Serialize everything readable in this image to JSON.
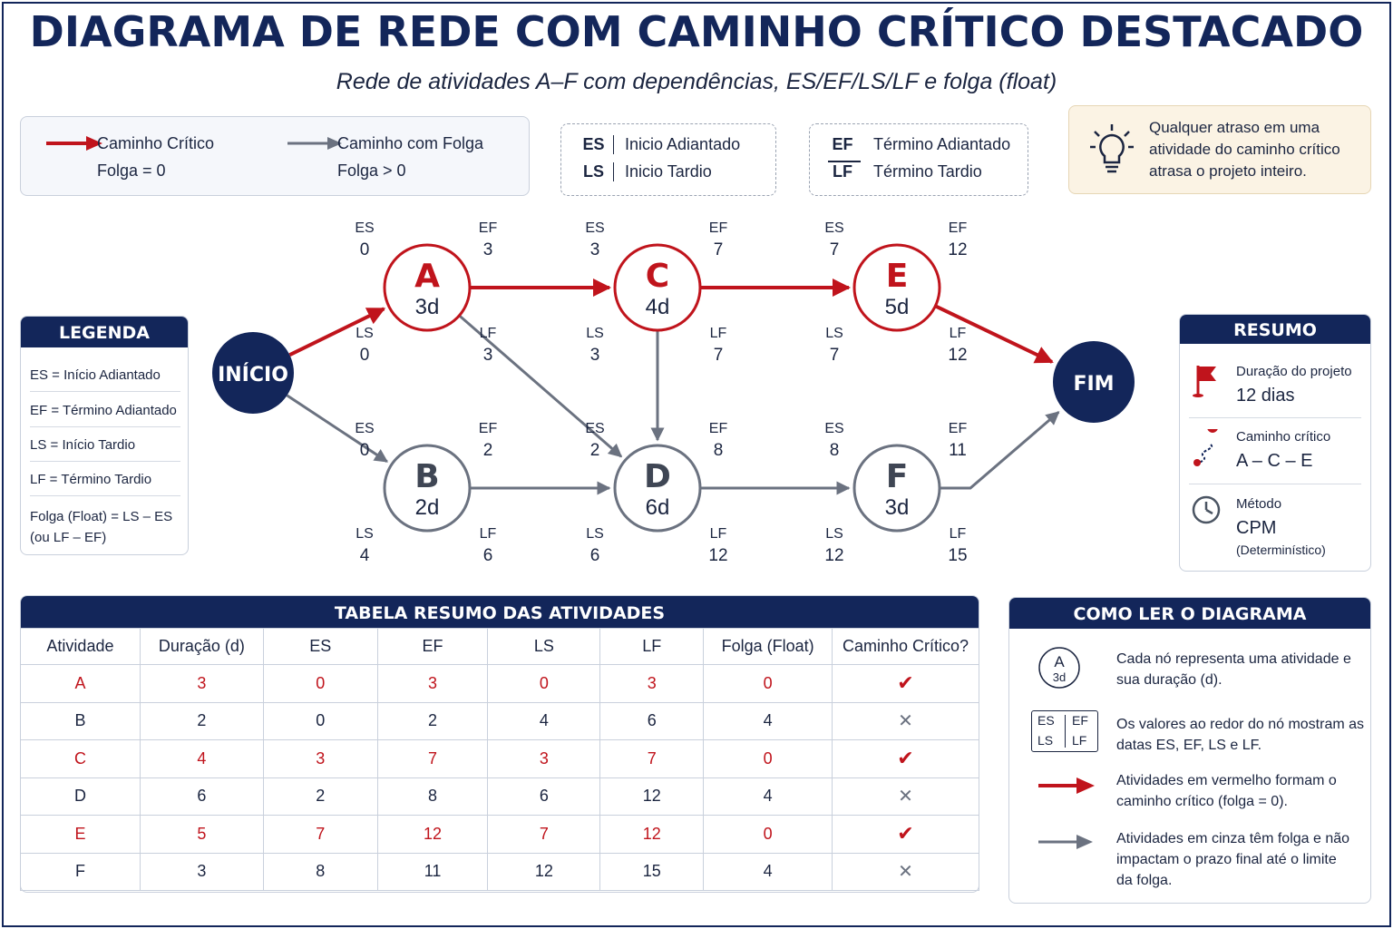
{
  "title": "DIAGRAMA DE REDE COM CAMINHO CRÍTICO DESTACADO",
  "subtitle": "Rede de atividades A–F com dependências, ES/EF/LS/LF e folga (float)",
  "colors": {
    "critical": "#c0141c",
    "float": "#6b7280",
    "navy": "#13265a"
  },
  "legend_top": {
    "critical_label": "Caminho Crítico",
    "critical_sub": "Folga = 0",
    "float_label": "Caminho com Folga",
    "float_sub": "Folga > 0"
  },
  "abbr_start": [
    {
      "key": "ES",
      "text": "Inicio Adiantado"
    },
    {
      "key": "LS",
      "text": "Inicio Tardio"
    }
  ],
  "abbr_finish": [
    {
      "key": "EF",
      "text": "Término Adiantado"
    },
    {
      "key": "LF",
      "text": "Término Tardio"
    }
  ],
  "tip": {
    "icon": "lightbulb-icon",
    "text": "Qualquer atraso em uma atividade do caminho crítico atrasa o projeto inteiro."
  },
  "legenda": {
    "title": "LEGENDA",
    "rows": [
      "ES = Início Adiantado",
      "EF = Término Adiantado",
      "LS = Início Tardio",
      "LF = Término Tardio",
      "Folga (Float) = LS – ES",
      "(ou LF – EF)"
    ]
  },
  "resumo": {
    "title": "RESUMO",
    "items": [
      {
        "icon": "flag-icon",
        "label": "Duração do projeto",
        "value": "12 dias",
        "extra": ""
      },
      {
        "icon": "route-icon",
        "label": "Caminho crítico",
        "value": "A – C – E",
        "extra": ""
      },
      {
        "icon": "clock-icon",
        "label": "Método",
        "value": "CPM",
        "extra": "(Determinístico)"
      }
    ]
  },
  "network": {
    "start_label": "INÍCIO",
    "end_label": "FIM",
    "nodes": [
      {
        "id": "A",
        "duration": "3d",
        "critical": true,
        "es": "0",
        "ef": "3",
        "ls": "0",
        "lf": "3"
      },
      {
        "id": "B",
        "duration": "2d",
        "critical": false,
        "es": "0",
        "ef": "2",
        "ls": "4",
        "lf": "6"
      },
      {
        "id": "C",
        "duration": "4d",
        "critical": true,
        "es": "3",
        "ef": "7",
        "ls": "3",
        "lf": "7"
      },
      {
        "id": "D",
        "duration": "6d",
        "critical": false,
        "es": "2",
        "ef": "8",
        "ls": "6",
        "lf": "12"
      },
      {
        "id": "E",
        "duration": "5d",
        "critical": true,
        "es": "7",
        "ef": "12",
        "ls": "7",
        "lf": "12"
      },
      {
        "id": "F",
        "duration": "3d",
        "critical": false,
        "es": "8",
        "ef": "11",
        "ls": "12",
        "lf": "15"
      }
    ],
    "edges": [
      {
        "from": "INÍCIO",
        "to": "A",
        "critical": true
      },
      {
        "from": "INÍCIO",
        "to": "B",
        "critical": false
      },
      {
        "from": "A",
        "to": "C",
        "critical": true
      },
      {
        "from": "A",
        "to": "D",
        "critical": false
      },
      {
        "from": "B",
        "to": "D",
        "critical": false
      },
      {
        "from": "C",
        "to": "D",
        "critical": false
      },
      {
        "from": "C",
        "to": "E",
        "critical": true
      },
      {
        "from": "D",
        "to": "F",
        "critical": false
      },
      {
        "from": "E",
        "to": "FIM",
        "critical": true
      },
      {
        "from": "F",
        "to": "FIM",
        "critical": false
      }
    ]
  },
  "table": {
    "title": "TABELA RESUMO DAS ATIVIDADES",
    "headers": [
      "Atividade",
      "Duração (d)",
      "ES",
      "EF",
      "LS",
      "LF",
      "Folga (Float)",
      "Caminho Crítico?"
    ],
    "rows": [
      {
        "cells": [
          "A",
          "3",
          "0",
          "3",
          "0",
          "3",
          "0"
        ],
        "critical": true
      },
      {
        "cells": [
          "B",
          "2",
          "0",
          "2",
          "4",
          "6",
          "4"
        ],
        "critical": false
      },
      {
        "cells": [
          "C",
          "4",
          "3",
          "7",
          "3",
          "7",
          "0"
        ],
        "critical": true
      },
      {
        "cells": [
          "D",
          "6",
          "2",
          "8",
          "6",
          "12",
          "4"
        ],
        "critical": false
      },
      {
        "cells": [
          "E",
          "5",
          "7",
          "12",
          "7",
          "12",
          "0"
        ],
        "critical": true
      },
      {
        "cells": [
          "F",
          "3",
          "8",
          "11",
          "12",
          "15",
          "4"
        ],
        "critical": false
      }
    ]
  },
  "como_ler": {
    "title": "COMO LER O DIAGRAMA",
    "node_example": {
      "id": "A",
      "duration": "3d"
    },
    "grid_example": [
      "ES",
      "EF",
      "LS",
      "LF"
    ],
    "items": [
      "Cada nó representa uma atividade e sua duração (d).",
      "Os valores ao redor do nó mostram as datas ES, EF, LS e LF.",
      "Atividades em vermelho formam o caminho crítico (folga = 0).",
      "Atividades em cinza têm folga e não impactam o prazo final até o limite da folga."
    ]
  }
}
